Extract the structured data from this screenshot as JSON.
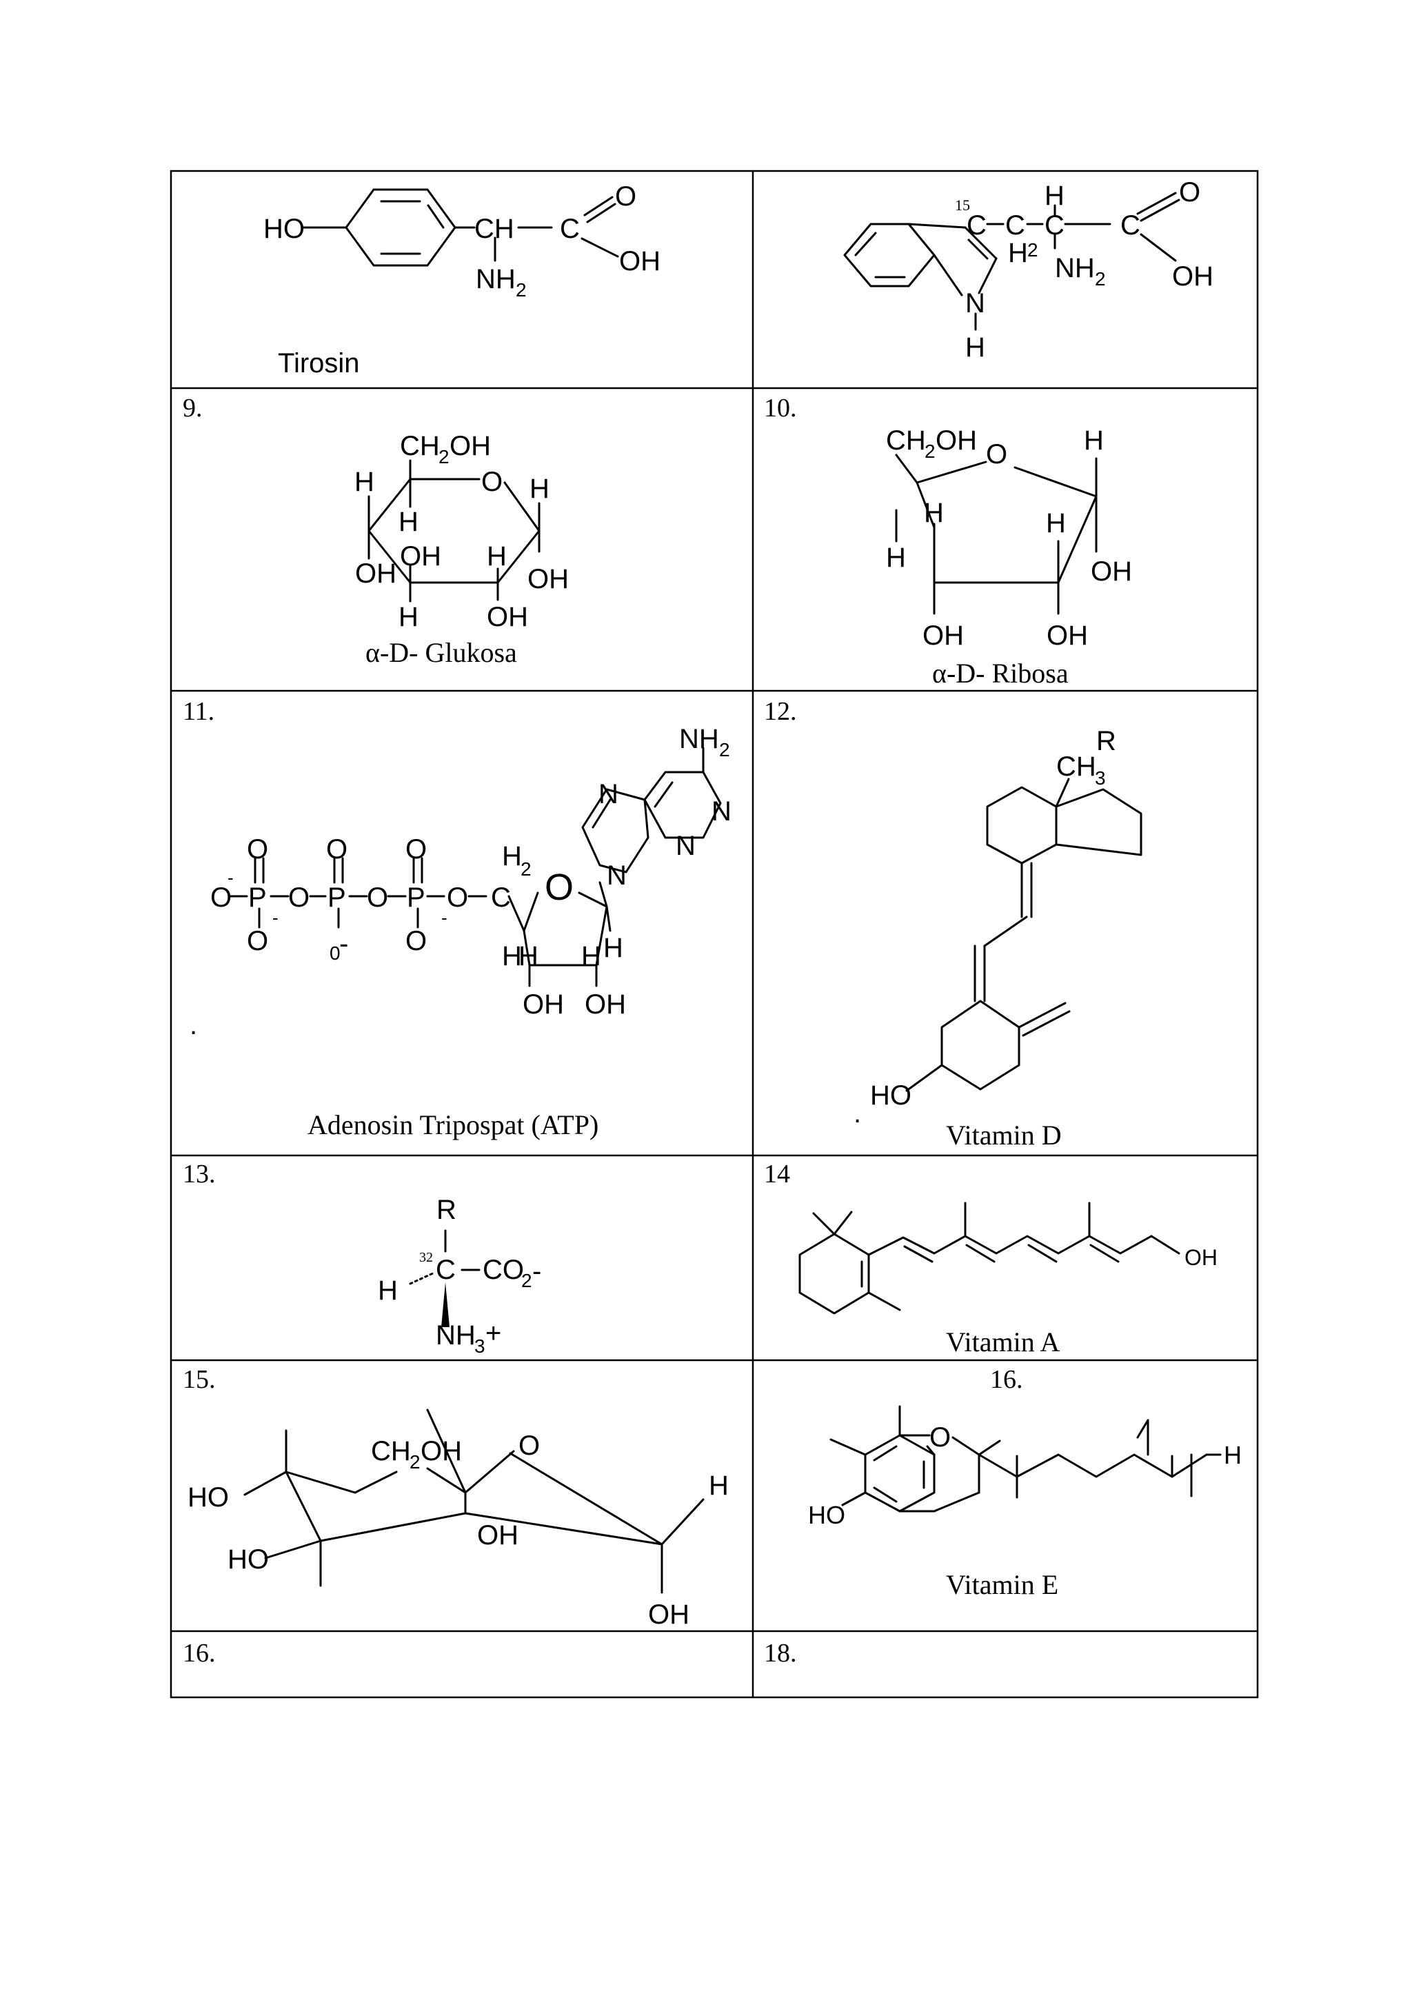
{
  "cells": [
    {
      "number": "",
      "caption": "Tirosin"
    },
    {
      "number": "",
      "caption": ""
    },
    {
      "number": "9.",
      "caption": "α-D- Glukosa"
    },
    {
      "number": "10.",
      "caption": "α-D- Ribosa"
    },
    {
      "number": "11.",
      "caption": "Adenosin Tripospat (ATP)"
    },
    {
      "number": "12.",
      "caption": "Vitamin D"
    },
    {
      "number": "13.",
      "caption": ""
    },
    {
      "number": "14",
      "caption": "Vitamin A"
    },
    {
      "number": "15.",
      "caption": ""
    },
    {
      "number": "16.",
      "caption": "Vitamin E"
    },
    {
      "number": "16.",
      "caption": ""
    },
    {
      "number": "18.",
      "caption": ""
    }
  ],
  "labels": {
    "tyr": {
      "ho": "HO",
      "ch": "CH",
      "c": "C",
      "o": "O",
      "oh": "OH",
      "nh": "NH",
      "sub2": "2"
    },
    "trp": {
      "num": "15",
      "c1": "C",
      "c2": "C",
      "c3": "C",
      "c4": "C",
      "h": "H",
      "o": "O",
      "h2": "H",
      "nh": "NH",
      "sub2": "2",
      "oh": "OH",
      "n": "N",
      "nh_h": "H"
    },
    "glu": {
      "ch2oh_a": "CH",
      "ch2oh_b": "OH",
      "sub2": "2",
      "o": "O",
      "h": "H",
      "oh": "OH"
    },
    "rib": {
      "ch2oh_a": "CH",
      "ch2oh_b": "OH",
      "sub2": "2",
      "o": "O",
      "h": "H",
      "oh": "OH"
    },
    "atp": {
      "o": "O",
      "p": "P",
      "zero": "0",
      "minus": "-",
      "h": "H",
      "sub2": "2",
      "c": "C",
      "n": "N",
      "nh": "NH",
      "oh": "OH",
      "dot": "."
    },
    "vitd": {
      "r": "R",
      "ch": "CH",
      "sub3": "3",
      "ho": "HO",
      "dot": "."
    },
    "amino": {
      "r": "R",
      "num": "32",
      "h": "H",
      "c": "C",
      "co": "CO",
      "sub2": "2",
      "minus": "-",
      "nh": "NH",
      "sub3": "3",
      "plus": "+"
    },
    "vita": {
      "oh": "OH"
    },
    "c15": {
      "ho": "HO",
      "ch": "CH",
      "sub2": "2",
      "oh": "OH",
      "o": "O",
      "h": "H"
    },
    "vite": {
      "o": "O",
      "ho": "HO",
      "h": "H"
    }
  }
}
